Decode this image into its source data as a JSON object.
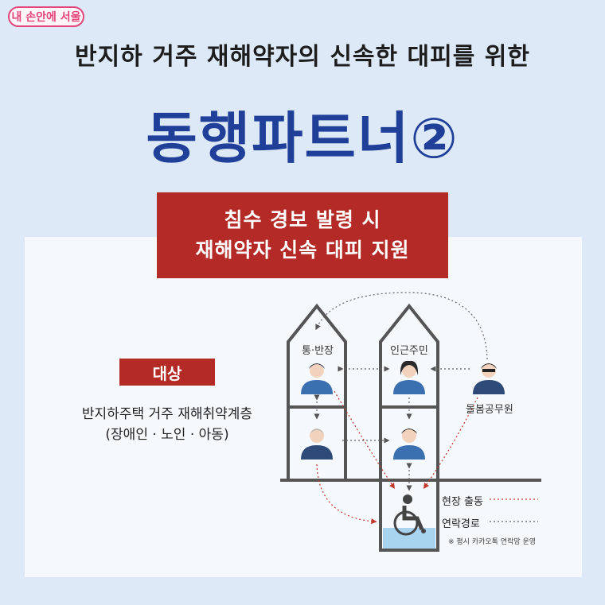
{
  "logo": {
    "text": "내 손안에 서울"
  },
  "header": {
    "subtitle": "반지하 거주 재해약자의 신속한 대피를 위한",
    "title": "동행파트너②"
  },
  "banner": {
    "line1": "침수 경보 발령 시",
    "line2": "재해약자 신속 대피 지원"
  },
  "target": {
    "badge": "대상",
    "line1": "반지하주택 거주 재해취약계층",
    "line2": "(장애인 · 노인 · 아동)"
  },
  "diagram": {
    "house_left_label": "통·반장",
    "house_right_label": "인근주민",
    "official_label": "돌봄공무원",
    "legend_dispatch": "현장 출동",
    "legend_contact": "연락경로",
    "note": "※ 평시 카카오톡 연락망 운영",
    "colors": {
      "dispatch": "#c0392b",
      "contact": "#666666",
      "person": "#3a6fb0",
      "wall": "#555555"
    }
  }
}
